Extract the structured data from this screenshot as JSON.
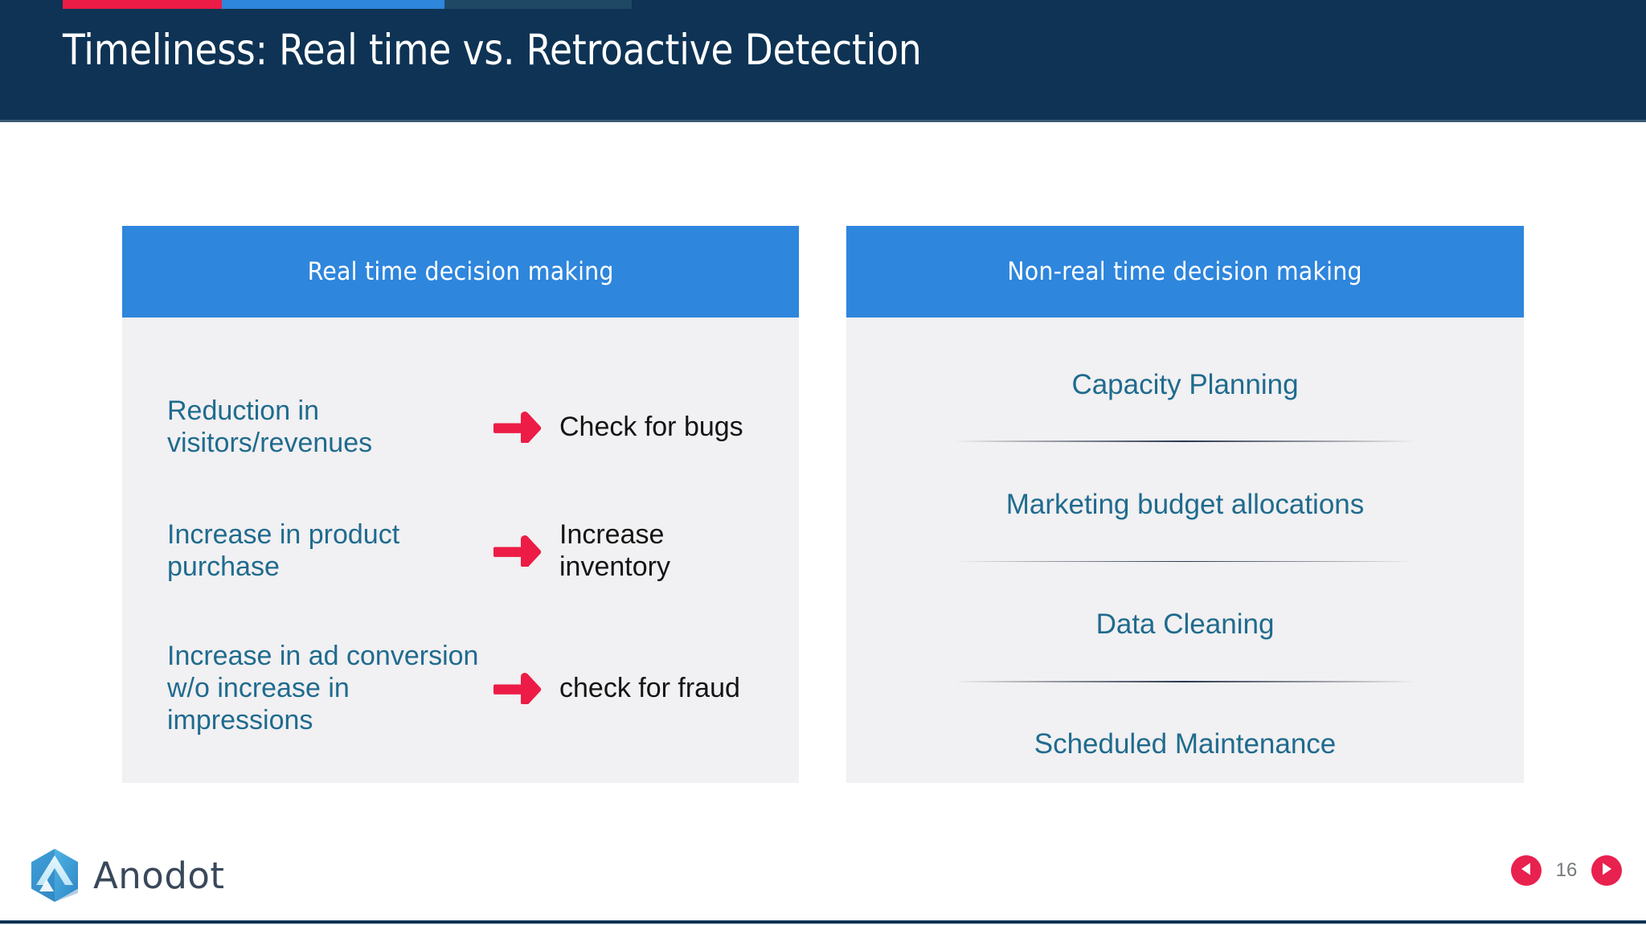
{
  "slide": {
    "title": "Timeliness: Real time vs. Retroactive Detection",
    "accent_colors": [
      "#EC1C46",
      "#2E86DD",
      "#1F4864"
    ],
    "header_bg": "#0E3354",
    "panel_header_bg": "#2E86DD",
    "panel_body_bg": "#F1F0F2",
    "accent_text_color": "#1F6B8E",
    "arrow_color": "#EC1C46"
  },
  "panels": {
    "left": {
      "header": "Real time decision making",
      "rows": [
        {
          "cause": "Reduction in visitors/revenues",
          "arrow": "arrow-right-icon",
          "effect": "Check for bugs"
        },
        {
          "cause": "Increase in product purchase",
          "arrow": "arrow-right-icon",
          "effect": "Increase inventory"
        },
        {
          "cause": "Increase in ad conversion w/o increase in impressions",
          "arrow": "arrow-right-icon",
          "effect": "check for fraud"
        }
      ]
    },
    "right": {
      "header": "Non-real time decision making",
      "items": [
        "Capacity Planning",
        "Marketing budget allocations",
        "Data Cleaning",
        "Scheduled Maintenance"
      ]
    }
  },
  "footer": {
    "logo_text": "Anodot",
    "logo_icon": "anodot-hexagon-logo-icon",
    "page_number": "16",
    "prev_icon": "triangle-left-icon",
    "next_icon": "triangle-right-icon"
  }
}
